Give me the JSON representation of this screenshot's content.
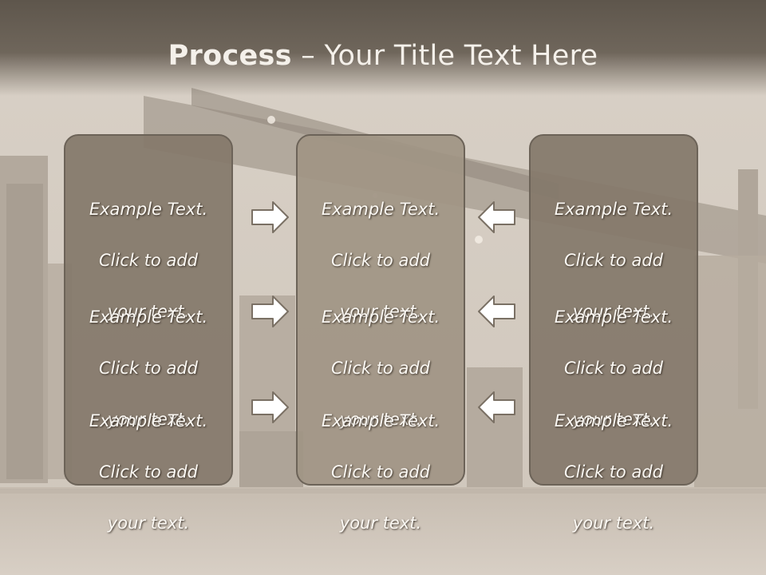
{
  "slide": {
    "title_bold": "Process",
    "title_rest": " – Your Title Text Here"
  },
  "columns": [
    {
      "items": [
        {
          "line1": "Example Text.",
          "line2": "Click  to add",
          "line3": "your text."
        },
        {
          "line1": "Example Text.",
          "line2": "Click  to add",
          "line3": "your text."
        },
        {
          "line1": "Example Text.",
          "line2": "Click  to add",
          "line3": "your text."
        }
      ]
    },
    {
      "items": [
        {
          "line1": "Example Text.",
          "line2": "Click  to add",
          "line3": "your text."
        },
        {
          "line1": "Example Text.",
          "line2": "Click  to add",
          "line3": "your text."
        },
        {
          "line1": "Example Text.",
          "line2": "Click  to add",
          "line3": "your text."
        }
      ]
    },
    {
      "items": [
        {
          "line1": "Example Text.",
          "line2": "Click  to add",
          "line3": "your text."
        },
        {
          "line1": "Example Text.",
          "line2": "Click  to add",
          "line3": "your text."
        },
        {
          "line1": "Example Text.",
          "line2": "Click  to add",
          "line3": "your text."
        }
      ]
    }
  ],
  "arrows": {
    "left_group": [
      "right-arrow-icon",
      "right-arrow-icon",
      "right-arrow-icon"
    ],
    "right_group": [
      "left-arrow-icon",
      "left-arrow-icon",
      "left-arrow-icon"
    ]
  },
  "colors": {
    "title_bar": "#5e564c",
    "panel_side": "#84796a",
    "panel_middle": "#a09484",
    "text": "#fbf8f3"
  }
}
